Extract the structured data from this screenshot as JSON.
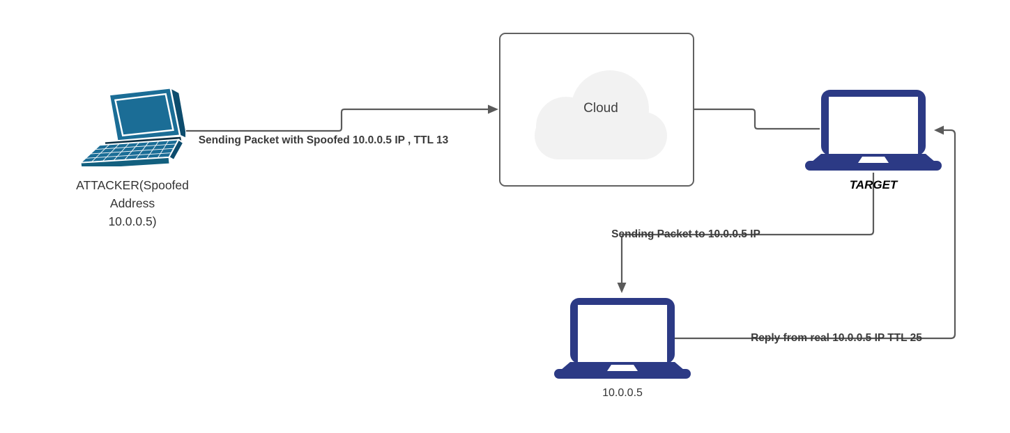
{
  "diagram": {
    "background_color": "#ffffff",
    "connector_color": "#5a5a5a",
    "edge_label_color": "#3b3b3b"
  },
  "nodes": {
    "attacker": {
      "icon": "laptop-3d-icon",
      "color": "#1b6d96",
      "label_lines": [
        "ATTACKER(Spoofed",
        "Address",
        "10.0.0.5)"
      ]
    },
    "cloud": {
      "label": "Cloud",
      "border_color": "#616161",
      "fill": "#f2f2f2"
    },
    "target": {
      "icon": "laptop-front-icon",
      "color": "#2c3a85",
      "label": "TARGET"
    },
    "real_host": {
      "icon": "laptop-front-icon",
      "color": "#2c3a85",
      "label": "10.0.0.5"
    }
  },
  "edges": {
    "attacker_to_cloud": {
      "label": "Sending Packet with Spoofed 10.0.0.5 IP , TTL 13"
    },
    "cloud_to_target": {
      "label": ""
    },
    "target_to_real_host": {
      "label": "Sending Packet to 10.0.0.5 IP"
    },
    "real_host_to_target": {
      "label": "Reply from real 10.0.0.5 IP TTL 25"
    }
  }
}
